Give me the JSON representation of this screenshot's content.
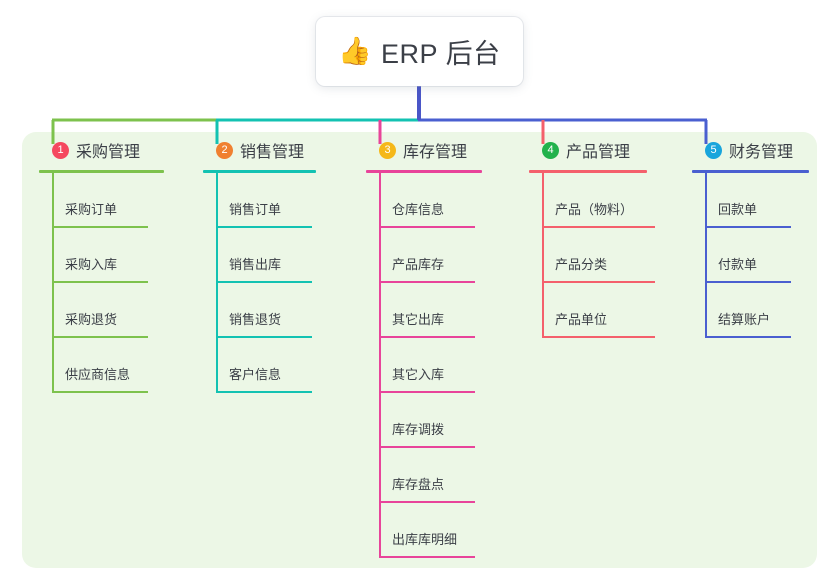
{
  "root": {
    "icon": "thumbs-up-icon",
    "emoji": "👍",
    "title": "ERP 后台"
  },
  "theme": {
    "page_background": "#ffffff",
    "panel_background": "#ecf7e6",
    "text_color": "#3b3f47",
    "trunk_color": "#4a56c8"
  },
  "columns": [
    {
      "index": "1",
      "title": "采购管理",
      "badge_color": "#f5485f",
      "line_color": "#7dc24d",
      "items": [
        "采购订单",
        "采购入库",
        "采购退货",
        "供应商信息"
      ]
    },
    {
      "index": "2",
      "title": "销售管理",
      "badge_color": "#f08030",
      "line_color": "#13c2b2",
      "items": [
        "销售订单",
        "销售出库",
        "销售退货",
        "客户信息"
      ]
    },
    {
      "index": "3",
      "title": "库存管理",
      "badge_color": "#f5b819",
      "line_color": "#e8449a",
      "items": [
        "仓库信息",
        "产品库存",
        "其它出库",
        "其它入库",
        "库存调拨",
        "库存盘点",
        "出库库明细"
      ]
    },
    {
      "index": "4",
      "title": "产品管理",
      "badge_color": "#22b24c",
      "line_color": "#f4606c",
      "items": [
        "产品（物料）",
        "产品分类",
        "产品单位"
      ]
    },
    {
      "index": "5",
      "title": "财务管理",
      "badge_color": "#19a5dc",
      "line_color": "#4a5fd0",
      "items": [
        "回款单",
        "付款单",
        "结算账户"
      ]
    }
  ]
}
